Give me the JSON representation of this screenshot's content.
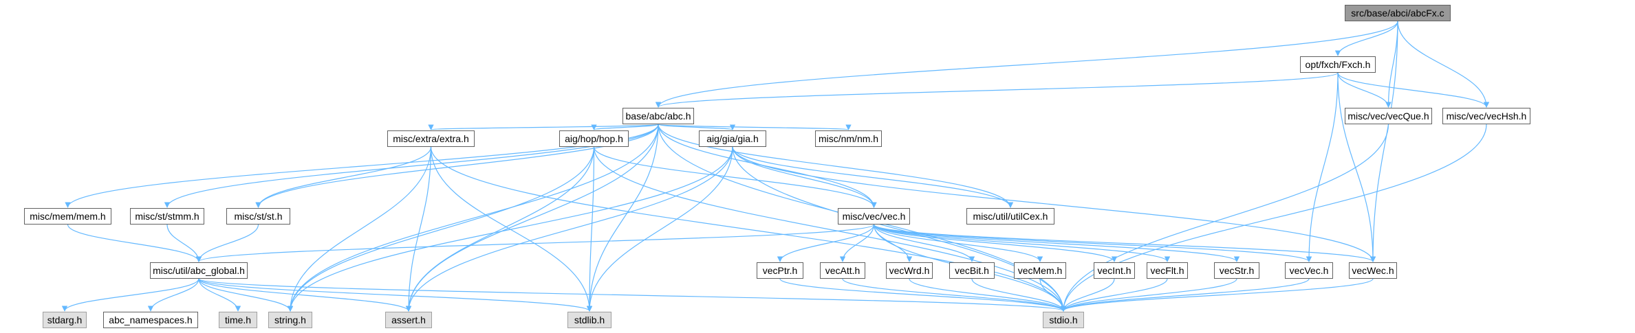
{
  "diagram": {
    "edge_color": "#63b8ff",
    "nodes": [
      {
        "id": "abcFx",
        "label": "src/base/abci/abcFx.c",
        "kind": "root"
      },
      {
        "id": "Fxch",
        "label": "opt/fxch/Fxch.h",
        "kind": "file"
      },
      {
        "id": "abc",
        "label": "base/abc/abc.h",
        "kind": "file"
      },
      {
        "id": "vecQue",
        "label": "misc/vec/vecQue.h",
        "kind": "file"
      },
      {
        "id": "vecHsh",
        "label": "misc/vec/vecHsh.h",
        "kind": "file"
      },
      {
        "id": "extra",
        "label": "misc/extra/extra.h",
        "kind": "file"
      },
      {
        "id": "hop",
        "label": "aig/hop/hop.h",
        "kind": "file"
      },
      {
        "id": "gia",
        "label": "aig/gia/gia.h",
        "kind": "file"
      },
      {
        "id": "nm",
        "label": "misc/nm/nm.h",
        "kind": "file"
      },
      {
        "id": "mem",
        "label": "misc/mem/mem.h",
        "kind": "file"
      },
      {
        "id": "stmm",
        "label": "misc/st/stmm.h",
        "kind": "file"
      },
      {
        "id": "st",
        "label": "misc/st/st.h",
        "kind": "file"
      },
      {
        "id": "vec",
        "label": "misc/vec/vec.h",
        "kind": "file"
      },
      {
        "id": "utilCex",
        "label": "misc/util/utilCex.h",
        "kind": "file"
      },
      {
        "id": "abc_global",
        "label": "misc/util/abc_global.h",
        "kind": "file"
      },
      {
        "id": "vecPtr",
        "label": "vecPtr.h",
        "kind": "file"
      },
      {
        "id": "vecAtt",
        "label": "vecAtt.h",
        "kind": "file"
      },
      {
        "id": "vecWrd",
        "label": "vecWrd.h",
        "kind": "file"
      },
      {
        "id": "vecBit",
        "label": "vecBit.h",
        "kind": "file"
      },
      {
        "id": "vecMem",
        "label": "vecMem.h",
        "kind": "file"
      },
      {
        "id": "vecInt",
        "label": "vecInt.h",
        "kind": "file"
      },
      {
        "id": "vecFlt",
        "label": "vecFlt.h",
        "kind": "file"
      },
      {
        "id": "vecStr",
        "label": "vecStr.h",
        "kind": "file"
      },
      {
        "id": "vecVec",
        "label": "vecVec.h",
        "kind": "file"
      },
      {
        "id": "vecWec",
        "label": "vecWec.h",
        "kind": "file"
      },
      {
        "id": "stdarg",
        "label": "stdarg.h",
        "kind": "sys"
      },
      {
        "id": "abc_namespaces",
        "label": "abc_namespaces.h",
        "kind": "file"
      },
      {
        "id": "time",
        "label": "time.h",
        "kind": "sys"
      },
      {
        "id": "string",
        "label": "string.h",
        "kind": "sys"
      },
      {
        "id": "assert",
        "label": "assert.h",
        "kind": "sys"
      },
      {
        "id": "stdlib",
        "label": "stdlib.h",
        "kind": "sys"
      },
      {
        "id": "stdio",
        "label": "stdio.h",
        "kind": "sys"
      }
    ],
    "edges": [
      [
        "abcFx",
        "Fxch"
      ],
      [
        "abcFx",
        "abc"
      ],
      [
        "abcFx",
        "vecQue"
      ],
      [
        "abcFx",
        "vecHsh"
      ],
      [
        "abcFx",
        "vecWec"
      ],
      [
        "Fxch",
        "abc"
      ],
      [
        "Fxch",
        "vecQue"
      ],
      [
        "Fxch",
        "vecHsh"
      ],
      [
        "Fxch",
        "vecWec"
      ],
      [
        "Fxch",
        "vecVec"
      ],
      [
        "vecQue",
        "stdio"
      ],
      [
        "vecHsh",
        "stdio"
      ],
      [
        "abc",
        "string"
      ],
      [
        "abc",
        "mem"
      ],
      [
        "abc",
        "stmm"
      ],
      [
        "abc",
        "st"
      ],
      [
        "abc",
        "assert"
      ],
      [
        "abc",
        "extra"
      ],
      [
        "abc",
        "hop"
      ],
      [
        "abc",
        "gia"
      ],
      [
        "abc",
        "nm"
      ],
      [
        "abc",
        "utilCex"
      ],
      [
        "abc",
        "vec"
      ],
      [
        "abc",
        "stdlib"
      ],
      [
        "abc",
        "stdio"
      ],
      [
        "extra",
        "st"
      ],
      [
        "extra",
        "string"
      ],
      [
        "extra",
        "assert"
      ],
      [
        "extra",
        "stdlib"
      ],
      [
        "extra",
        "stdio"
      ],
      [
        "hop",
        "vec"
      ],
      [
        "hop",
        "string"
      ],
      [
        "hop",
        "assert"
      ],
      [
        "hop",
        "stdlib"
      ],
      [
        "hop",
        "stdio"
      ],
      [
        "gia",
        "vec"
      ],
      [
        "gia",
        "utilCex"
      ],
      [
        "gia",
        "vecWec"
      ],
      [
        "gia",
        "string"
      ],
      [
        "gia",
        "assert"
      ],
      [
        "gia",
        "stdlib"
      ],
      [
        "gia",
        "stdio"
      ],
      [
        "mem",
        "abc_global"
      ],
      [
        "stmm",
        "abc_global"
      ],
      [
        "st",
        "abc_global"
      ],
      [
        "vec",
        "abc_global"
      ],
      [
        "vec",
        "vecPtr"
      ],
      [
        "vec",
        "vecAtt"
      ],
      [
        "vec",
        "vecWrd"
      ],
      [
        "vec",
        "vecBit"
      ],
      [
        "vec",
        "vecMem"
      ],
      [
        "vec",
        "vecInt"
      ],
      [
        "vec",
        "vecFlt"
      ],
      [
        "vec",
        "vecStr"
      ],
      [
        "vec",
        "vecVec"
      ],
      [
        "vec",
        "vecWec"
      ],
      [
        "vec",
        "stdio"
      ],
      [
        "abc_global",
        "stdarg"
      ],
      [
        "abc_global",
        "abc_namespaces"
      ],
      [
        "abc_global",
        "time"
      ],
      [
        "abc_global",
        "string"
      ],
      [
        "abc_global",
        "assert"
      ],
      [
        "abc_global",
        "stdlib"
      ],
      [
        "abc_global",
        "stdio"
      ],
      [
        "vecPtr",
        "stdio"
      ],
      [
        "vecAtt",
        "stdio"
      ],
      [
        "vecWrd",
        "stdio"
      ],
      [
        "vecBit",
        "stdio"
      ],
      [
        "vecMem",
        "stdio"
      ],
      [
        "vecInt",
        "stdio"
      ],
      [
        "vecFlt",
        "stdio"
      ],
      [
        "vecStr",
        "stdio"
      ],
      [
        "vecVec",
        "stdio"
      ],
      [
        "vecWec",
        "stdio"
      ]
    ]
  }
}
